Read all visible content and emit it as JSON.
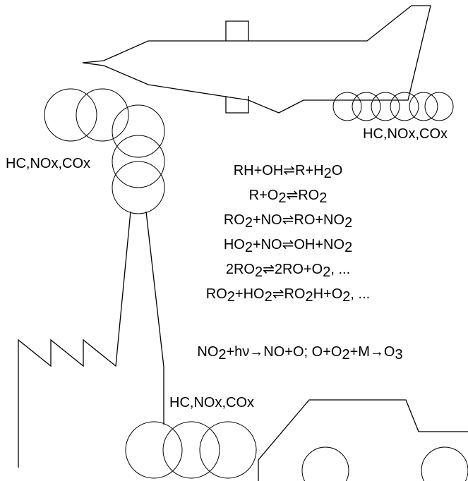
{
  "emission_labels": {
    "airplane": "HC,NOx,COx",
    "factory": "HC,NOx,COx",
    "chimney_ground": "HC,NOx,COx"
  },
  "reactions": [
    [
      {
        "t": "RH+OH⇌R+H"
      },
      {
        "s": "2"
      },
      {
        "t": "O"
      }
    ],
    [
      {
        "t": "R+O"
      },
      {
        "s": "2"
      },
      {
        "t": "⇌RO"
      },
      {
        "s": "2"
      }
    ],
    [
      {
        "t": "RO"
      },
      {
        "s": "2"
      },
      {
        "t": "+NO⇌RO+NO"
      },
      {
        "s": "2"
      }
    ],
    [
      {
        "t": "HO"
      },
      {
        "s": "2"
      },
      {
        "t": "+NO⇌OH+NO"
      },
      {
        "s": "2"
      }
    ],
    [
      {
        "t": "2RO"
      },
      {
        "s": "2"
      },
      {
        "t": "⇌2RO+O"
      },
      {
        "s": "2"
      },
      {
        "t": ", ..."
      }
    ],
    [
      {
        "t": "RO"
      },
      {
        "s": "2"
      },
      {
        "t": "+HO"
      },
      {
        "s": "2"
      },
      {
        "t": "⇌RO"
      },
      {
        "s": "2"
      },
      {
        "t": "H+O"
      },
      {
        "s": "2"
      },
      {
        "t": ", ..."
      }
    ]
  ],
  "photolysis": [
    {
      "t": "NO"
    },
    {
      "s": "2"
    },
    {
      "t": "+hν→NO+O; O+O"
    },
    {
      "s": "2"
    },
    {
      "t": "+M→O"
    },
    {
      "s": "3"
    }
  ],
  "colors": {
    "stroke": "#000000",
    "background": "#ffffff"
  }
}
